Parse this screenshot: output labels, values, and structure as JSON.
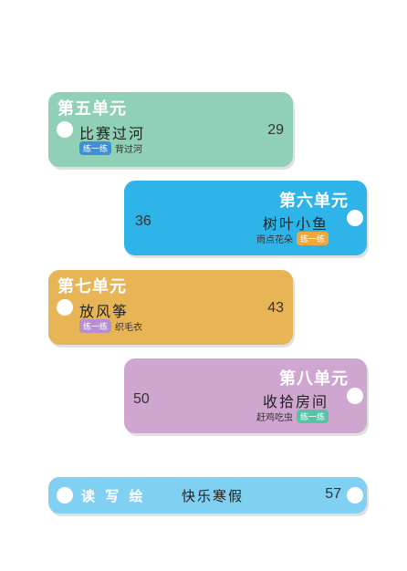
{
  "colors": {
    "unit5": "#8fd0b7",
    "unit6": "#2fb4ea",
    "unit7": "#e8b556",
    "unit8": "#cfa6cf",
    "final": "#7fd0f1",
    "tag_blue": "#3f8fd8",
    "tag_orange": "#f2a73b",
    "tag_purple": "#b58fd0",
    "tag_teal": "#58c4a6"
  },
  "cards": [
    {
      "unit": "第五单元",
      "lesson": "比赛过河",
      "page": "29",
      "tag": "练一练",
      "sub": "背过河"
    },
    {
      "unit": "第六单元",
      "lesson": "树叶小鱼",
      "page": "36",
      "tag": "练一练",
      "sub": "雨点花朵"
    },
    {
      "unit": "第七单元",
      "lesson": "放风筝",
      "page": "43",
      "tag": "练一练",
      "sub": "织毛衣"
    },
    {
      "unit": "第八单元",
      "lesson": "收拾房间",
      "page": "50",
      "tag": "练一练",
      "sub": "赶鸡吃虫"
    }
  ],
  "final": {
    "label": "读 写 绘",
    "title": "快乐寒假",
    "page": "57"
  }
}
